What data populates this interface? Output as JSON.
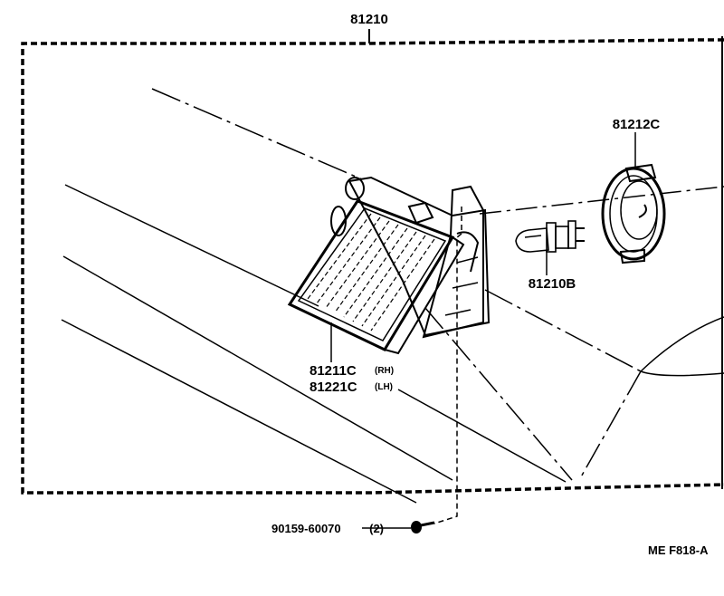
{
  "diagram": {
    "assembly_part": "81210",
    "lens_rh": {
      "number": "81211C",
      "side": "(RH)"
    },
    "lens_lh": {
      "number": "81221C",
      "side": "(LH)"
    },
    "bulb": "81210B",
    "socket_cover": "81212C",
    "screw": {
      "number": "90159-60070",
      "qty": "(2)"
    },
    "footer_code": "ME  F818-A"
  }
}
